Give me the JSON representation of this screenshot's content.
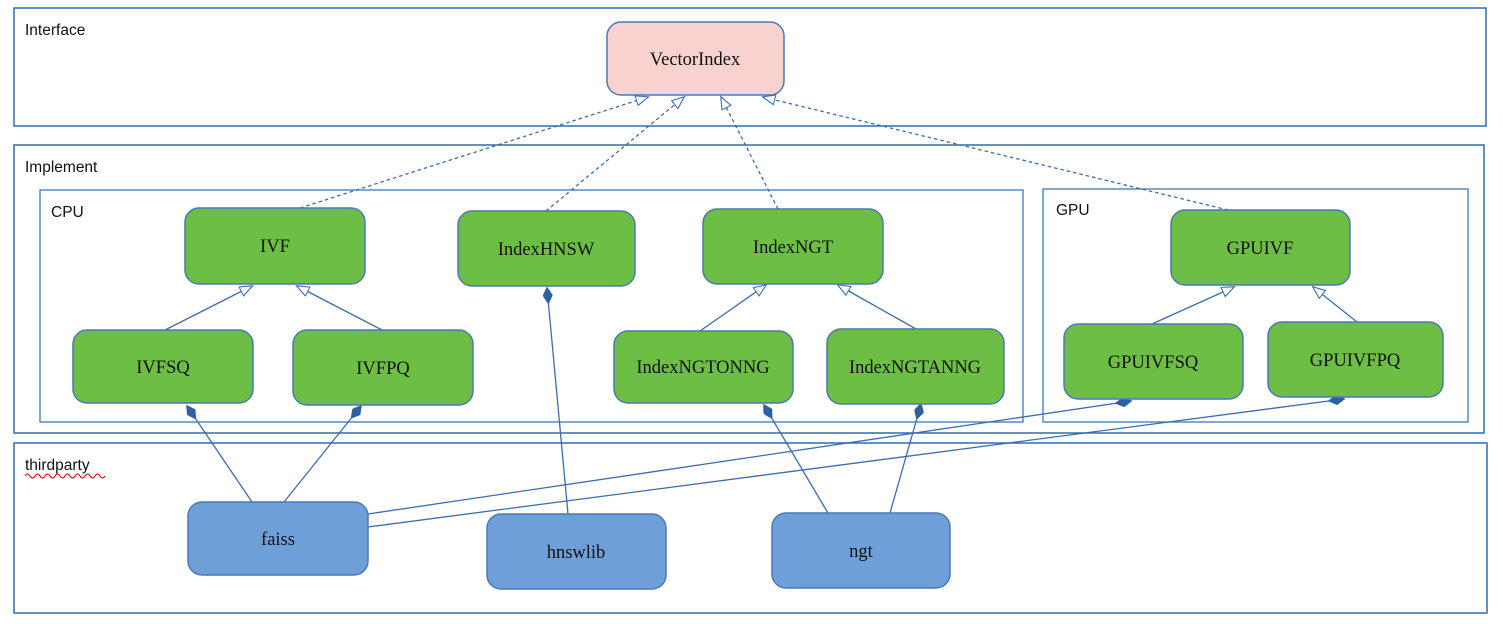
{
  "diagram": {
    "title_hint": "VectorIndex class architecture diagram",
    "sections": {
      "interface": {
        "label": "Interface"
      },
      "implement": {
        "label": "Implement"
      },
      "cpu": {
        "label": "CPU"
      },
      "gpu": {
        "label": "GPU"
      },
      "thirdparty": {
        "label": "thirdparty"
      }
    },
    "nodes": {
      "vectorindex": {
        "label": "VectorIndex",
        "kind": "interface",
        "fill": "#f9d2d0"
      },
      "ivf": {
        "label": "IVF",
        "kind": "cpu-class",
        "fill": "#6cbe45"
      },
      "indexhnsw": {
        "label": "IndexHNSW",
        "kind": "cpu-class",
        "fill": "#6cbe45"
      },
      "indexngt": {
        "label": "IndexNGT",
        "kind": "cpu-class",
        "fill": "#6cbe45"
      },
      "gpuivf": {
        "label": "GPUIVF",
        "kind": "gpu-class",
        "fill": "#6cbe45"
      },
      "ivfsq": {
        "label": "IVFSQ",
        "kind": "cpu-class",
        "fill": "#6cbe45"
      },
      "ivfpq": {
        "label": "IVFPQ",
        "kind": "cpu-class",
        "fill": "#6cbe45"
      },
      "indexngtonng": {
        "label": "IndexNGTONNG",
        "kind": "cpu-class",
        "fill": "#6cbe45"
      },
      "indexngtanng": {
        "label": "IndexNGTANNG",
        "kind": "cpu-class",
        "fill": "#6cbe45"
      },
      "gpuivfsq": {
        "label": "GPUIVFSQ",
        "kind": "gpu-class",
        "fill": "#6cbe45"
      },
      "gpuivfpq": {
        "label": "GPUIVFPQ",
        "kind": "gpu-class",
        "fill": "#6cbe45"
      },
      "faiss": {
        "label": "faiss",
        "kind": "thirdparty-lib",
        "fill": "#6f9fd8"
      },
      "hnswlib": {
        "label": "hnswlib",
        "kind": "thirdparty-lib",
        "fill": "#6f9fd8"
      },
      "ngt": {
        "label": "ngt",
        "kind": "thirdparty-lib",
        "fill": "#6f9fd8"
      }
    },
    "edges": [
      {
        "from": "IVF",
        "to": "VectorIndex",
        "type": "realization-dashed-hollow-arrow"
      },
      {
        "from": "IndexHNSW",
        "to": "VectorIndex",
        "type": "realization-dashed-hollow-arrow"
      },
      {
        "from": "IndexNGT",
        "to": "VectorIndex",
        "type": "realization-dashed-hollow-arrow"
      },
      {
        "from": "GPUIVF",
        "to": "VectorIndex",
        "type": "realization-dashed-hollow-arrow"
      },
      {
        "from": "IVFSQ",
        "to": "IVF",
        "type": "generalization-hollow-arrow"
      },
      {
        "from": "IVFPQ",
        "to": "IVF",
        "type": "generalization-hollow-arrow"
      },
      {
        "from": "IndexNGTONNG",
        "to": "IndexNGT",
        "type": "generalization-hollow-arrow"
      },
      {
        "from": "IndexNGTANNG",
        "to": "IndexNGT",
        "type": "generalization-hollow-arrow"
      },
      {
        "from": "GPUIVFSQ",
        "to": "GPUIVF",
        "type": "generalization-hollow-arrow"
      },
      {
        "from": "GPUIVFPQ",
        "to": "GPUIVF",
        "type": "generalization-hollow-arrow"
      },
      {
        "from": "faiss",
        "to": "IVFSQ",
        "type": "composition-filled-diamond"
      },
      {
        "from": "faiss",
        "to": "IVFPQ",
        "type": "composition-filled-diamond"
      },
      {
        "from": "hnswlib",
        "to": "IndexHNSW",
        "type": "composition-filled-diamond"
      },
      {
        "from": "ngt",
        "to": "IndexNGTONNG",
        "type": "composition-filled-diamond"
      },
      {
        "from": "ngt",
        "to": "IndexNGTANNG",
        "type": "composition-filled-diamond"
      },
      {
        "from": "faiss",
        "to": "GPUIVFSQ",
        "type": "composition-filled-diamond"
      },
      {
        "from": "faiss",
        "to": "GPUIVFPQ",
        "type": "composition-filled-diamond"
      }
    ],
    "colors": {
      "interface_node_fill": "#f9d2d0",
      "implement_node_fill": "#6cbe45",
      "thirdparty_node_fill": "#6f9fd8",
      "node_border": "#4a79b5",
      "edge_stroke": "#3b6cb0",
      "section_border": "#2e6dad",
      "spellcheck_underline": "#e00000",
      "text": "#111111",
      "background": "#ffffff"
    }
  }
}
